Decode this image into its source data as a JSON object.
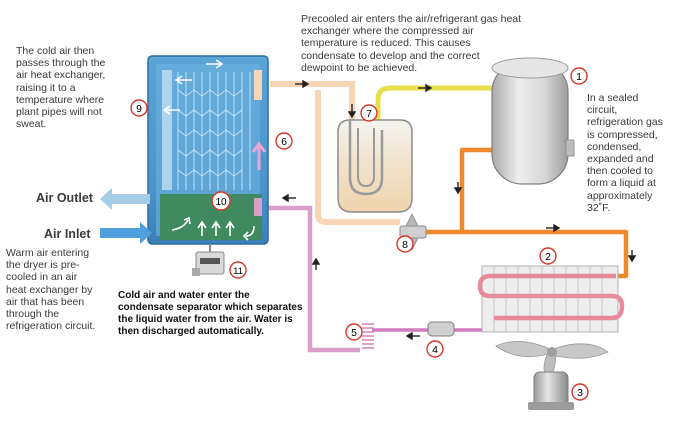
{
  "annotations": {
    "top_center": "Precooled air enters the air/refrigerant gas heat exchanger where the compressed air temperature is reduced. This causes condensate to develop and the correct dewpoint to be achieved.",
    "top_left": "The cold air then passes through the air heat exchanger, raising it to a temperature where plant pipes will not sweat.",
    "right": "In a sealed circuit, refrigeration gas is compressed, condensed, expanded and then cooled to form a liquid at approximately 32˚F.",
    "air_inlet_desc": "Warm air entering the dryer is pre-cooled in an air heat exchanger by air that has been through the refrigeration circuit.",
    "bottom_center": "Cold air and water enter the condensate separator which separates the liquid water from the air. Water is then discharged automatically."
  },
  "labels": {
    "air_outlet": "Air Outlet",
    "air_inlet": "Air Inlet"
  },
  "markers": [
    "1",
    "2",
    "3",
    "4",
    "5",
    "6",
    "7",
    "8",
    "9",
    "10",
    "11"
  ],
  "colors": {
    "marker_red": "#d8362a",
    "refrigerant_orange": "#ee8a2c",
    "hot_gas_yellow": "#e6e04a",
    "warm_air_pink": "#d8a0c8",
    "precooled_peach": "#f7d6b8",
    "cold_air_blue": "#9cc7e6",
    "exchanger_green": "#3f8a5e",
    "receiver_gray": "#c9c9c9"
  }
}
